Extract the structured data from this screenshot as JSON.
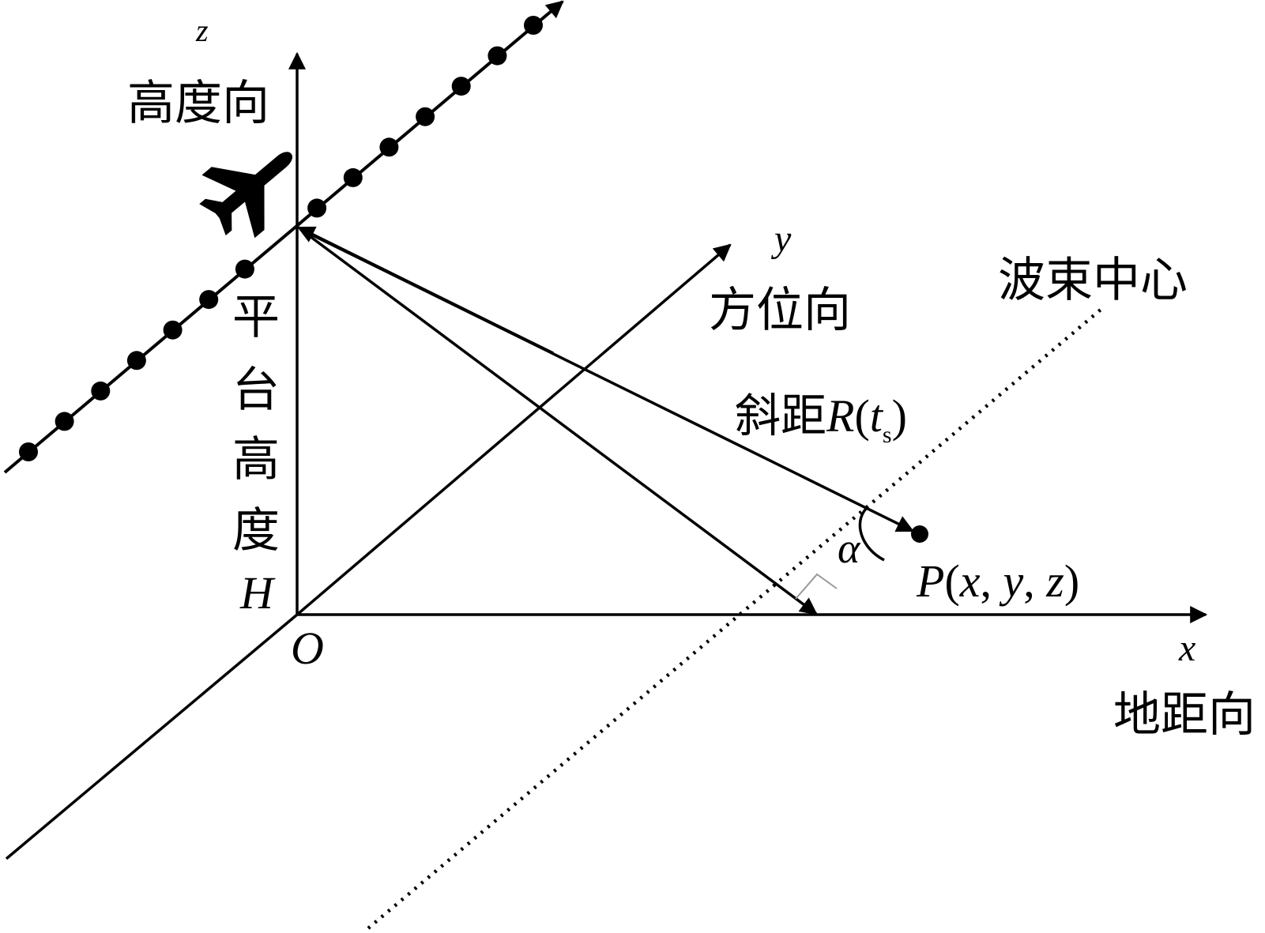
{
  "axes": {
    "z": {
      "symbol": "z",
      "name": "高度向"
    },
    "y": {
      "symbol": "y",
      "name": "方位向"
    },
    "x": {
      "symbol": "x",
      "name": "地距向"
    },
    "origin": "O"
  },
  "platform_height": {
    "chars": [
      "平",
      "台",
      "高",
      "度"
    ],
    "symbol": "H"
  },
  "beam_center": "波束中心",
  "slant_range": {
    "prefix": "斜距",
    "symbol": "R",
    "open": "(",
    "var": "t",
    "sub": "s",
    "close": ")"
  },
  "angle": "α",
  "target": {
    "P": "P",
    "open": "(",
    "x": "x",
    "c1": ", ",
    "y": "y",
    "c2": ", ",
    "z": "z",
    "close": ")"
  },
  "colors": {
    "ink": "#000000",
    "perp_mark": "#999999"
  },
  "icons": {
    "aircraft": "airplane-icon"
  }
}
